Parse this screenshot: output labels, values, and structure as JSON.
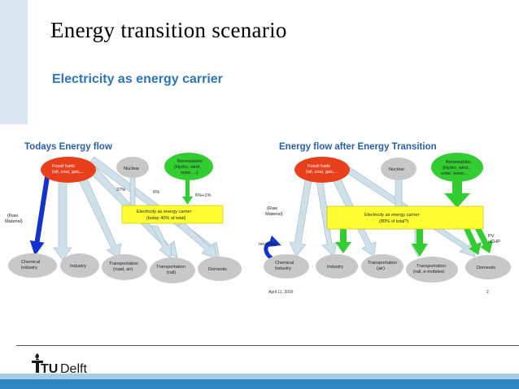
{
  "slide": {
    "title": "Energy transition scenario",
    "subtitle": "Electricity as energy carrier"
  },
  "diagram_left": {
    "title": "Todays Energy flow",
    "fossil": [
      "Fossil fuels",
      "(oil, coal, gas,..."
    ],
    "nuclear": "Nuclear",
    "renewables": [
      "Renewables",
      "(Hydro, wind,",
      "solar, ...)"
    ],
    "raw_material": [
      "(Raw",
      "Material)"
    ],
    "pct_37": "37%",
    "pct_6": "6%",
    "pct_6_1": "6%+1%",
    "carrier": [
      "Electricity as energy carrier",
      "(today 40% of total)"
    ],
    "chemical": [
      "Chemical",
      "Industry"
    ],
    "industry": "Industry",
    "transport": [
      "Transportation",
      "(road, air)"
    ],
    "transport_rail": [
      "Transportation",
      "(rail)"
    ],
    "domestic": "Domestic"
  },
  "diagram_right": {
    "title": "Energy flow after Energy Transition",
    "fossil": [
      "Fossil fuels",
      "(oil, coal, gas,..."
    ],
    "nuclear": "Nuclear",
    "renewables": [
      "Renewables",
      "(Hydro, wind,",
      "solar, wave,..."
    ],
    "raw_material": [
      "(Raw",
      "Material)"
    ],
    "recycling": "recycling",
    "pv": [
      "PV",
      "uCHP"
    ],
    "carrier": [
      "Electricity as energy carrier",
      "(80% of total?)"
    ],
    "chemical": [
      "Chemical",
      "Industry"
    ],
    "industry": "Industry",
    "transport": [
      "Transportation",
      "(air)"
    ],
    "transport_rail": [
      "Transportation",
      "(rail, e-mobiles)"
    ],
    "domestic": "Domestic",
    "date": "April 11, 2016",
    "page": "2"
  },
  "logo": {
    "tu": "TU",
    "delft": "Delft"
  },
  "colors": {
    "fossil": "#e8401c",
    "renewables": "#33cc33",
    "nuclear": "#c8c8c8",
    "carrier": "#ffff33",
    "arrow": "#cfe0e8",
    "blue_arrow": "#1133cc",
    "title_blue": "#2a5fa8",
    "subtitle": "#2e75b6",
    "footer": "#2e86c1"
  }
}
